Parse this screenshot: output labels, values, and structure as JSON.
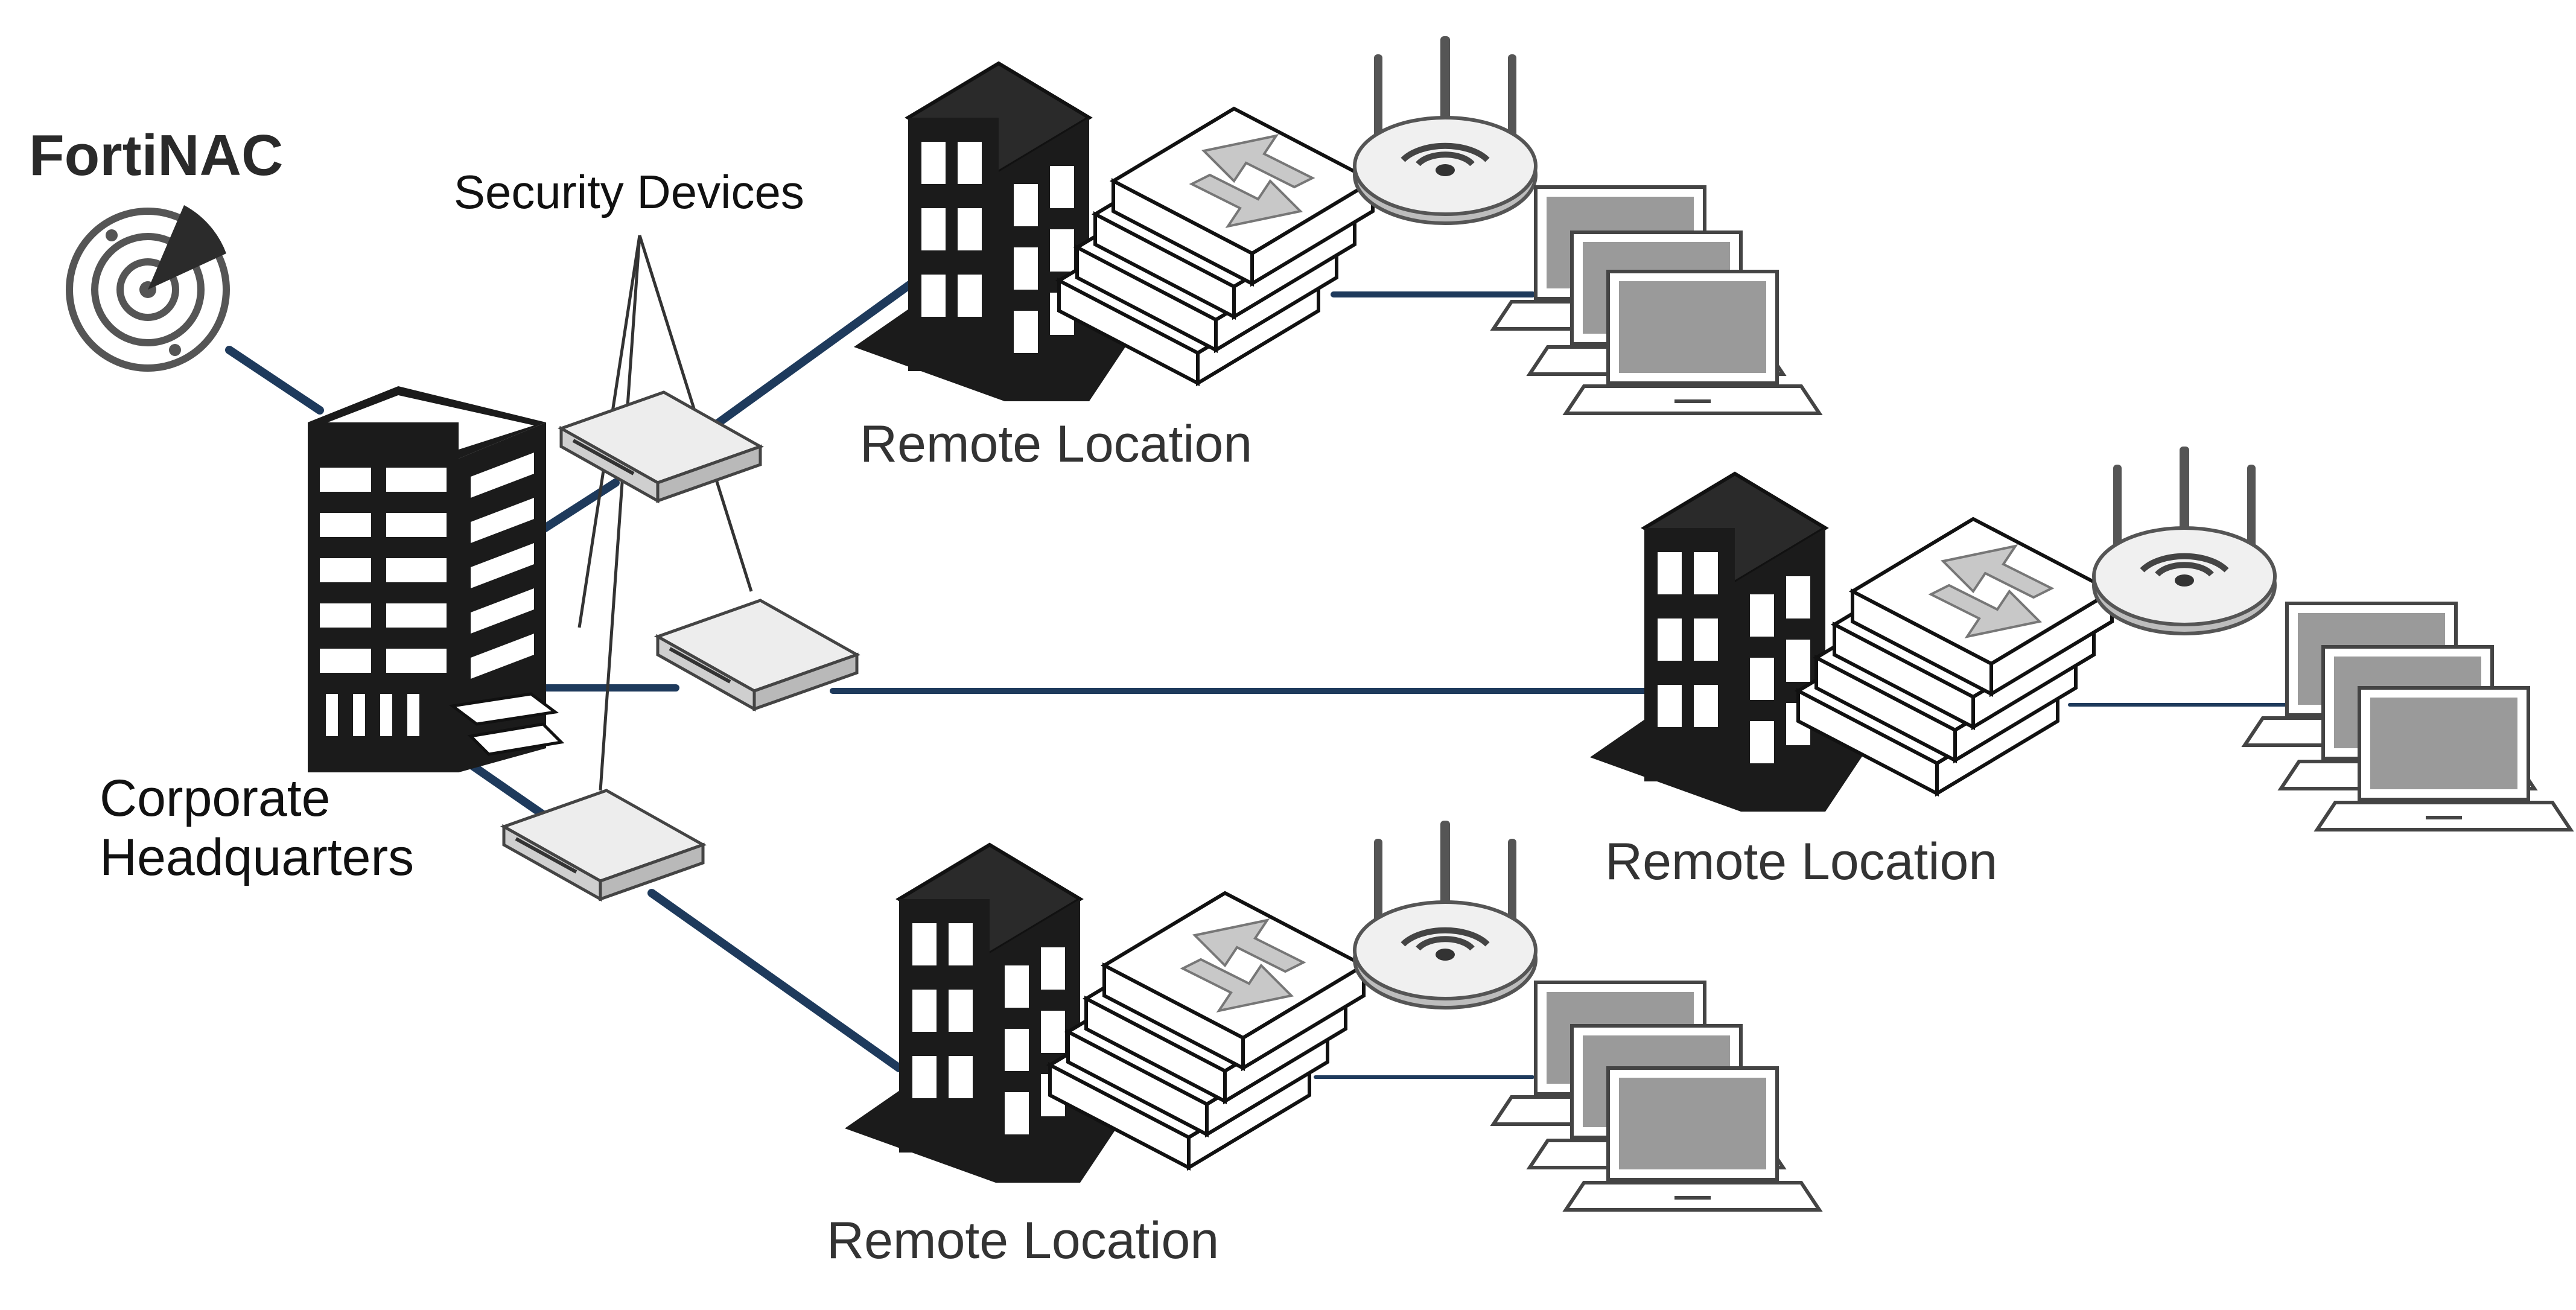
{
  "brand": {
    "name": "FortiNAC",
    "icon": "radar-icon"
  },
  "headquarters": {
    "line1": "Corporate",
    "line2": "Headquarters",
    "icon": "office-tower-icon"
  },
  "security_devices": {
    "label": "Security Devices",
    "icon": "appliance-icon"
  },
  "remote_locations": [
    {
      "label": "Remote Location"
    },
    {
      "label": "Remote Location"
    },
    {
      "label": "Remote Location"
    }
  ],
  "colors": {
    "link": "#1e3a5c",
    "building": "#1b1b1b",
    "device": "#e6e6e6"
  }
}
